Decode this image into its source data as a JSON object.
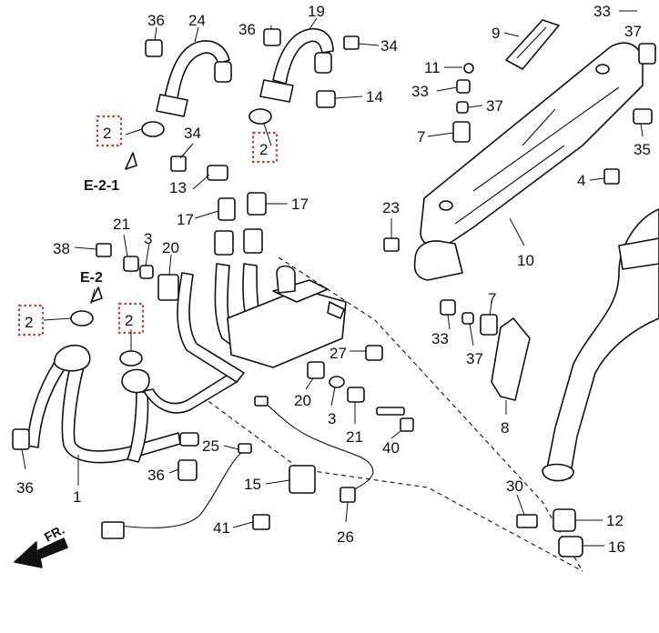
{
  "diagram": {
    "section_refs": [
      "E-2-1",
      "E-2"
    ],
    "direction_marker": "FR.",
    "highlight_color": "#c0392b",
    "callouts": [
      {
        "id": "c36a",
        "text": "36"
      },
      {
        "id": "c24",
        "text": "24"
      },
      {
        "id": "c36b",
        "text": "36"
      },
      {
        "id": "c19",
        "text": "19"
      },
      {
        "id": "c34a",
        "text": "34"
      },
      {
        "id": "c14",
        "text": "14"
      },
      {
        "id": "c2a",
        "text": "2"
      },
      {
        "id": "c34b",
        "text": "34"
      },
      {
        "id": "c2b",
        "text": "2"
      },
      {
        "id": "c13",
        "text": "13"
      },
      {
        "id": "c17a",
        "text": "17"
      },
      {
        "id": "c17b",
        "text": "17"
      },
      {
        "id": "c21a",
        "text": "21"
      },
      {
        "id": "c3a",
        "text": "3"
      },
      {
        "id": "c20a",
        "text": "20"
      },
      {
        "id": "c38",
        "text": "38"
      },
      {
        "id": "c2c",
        "text": "2"
      },
      {
        "id": "c2d",
        "text": "2"
      },
      {
        "id": "c27",
        "text": "27"
      },
      {
        "id": "c20b",
        "text": "20"
      },
      {
        "id": "c3b",
        "text": "3"
      },
      {
        "id": "c21b",
        "text": "21"
      },
      {
        "id": "c40",
        "text": "40"
      },
      {
        "id": "c25",
        "text": "25"
      },
      {
        "id": "c36c",
        "text": "36"
      },
      {
        "id": "c36d",
        "text": "36"
      },
      {
        "id": "c1",
        "text": "1"
      },
      {
        "id": "c15",
        "text": "15"
      },
      {
        "id": "c41",
        "text": "41"
      },
      {
        "id": "c26",
        "text": "26"
      },
      {
        "id": "c33a",
        "text": "33"
      },
      {
        "id": "c37a",
        "text": "37"
      },
      {
        "id": "c9",
        "text": "9"
      },
      {
        "id": "c11",
        "text": "11"
      },
      {
        "id": "c33b",
        "text": "33"
      },
      {
        "id": "c37b",
        "text": "37"
      },
      {
        "id": "c7a",
        "text": "7"
      },
      {
        "id": "c35",
        "text": "35"
      },
      {
        "id": "c4",
        "text": "4"
      },
      {
        "id": "c23",
        "text": "23"
      },
      {
        "id": "c10",
        "text": "10"
      },
      {
        "id": "c7b",
        "text": "7"
      },
      {
        "id": "c33c",
        "text": "33"
      },
      {
        "id": "c37c",
        "text": "37"
      },
      {
        "id": "c8",
        "text": "8"
      },
      {
        "id": "c30",
        "text": "30"
      },
      {
        "id": "c12",
        "text": "12"
      },
      {
        "id": "c16",
        "text": "16"
      }
    ]
  }
}
